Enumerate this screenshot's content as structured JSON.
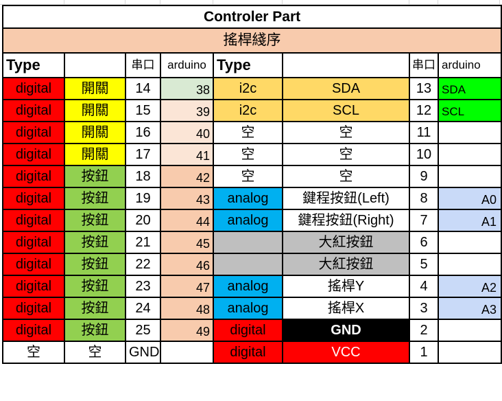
{
  "title": "Controler Part",
  "subtitle": "搖桿綫序",
  "colors": {
    "red": "#ff0000",
    "yellow": "#ffff00",
    "green": "#92d050",
    "peach": "#f8cbad",
    "light_peach": "#fbe5d6",
    "light_green": "#d9ead3",
    "orange": "#ffd966",
    "blue": "#00b0f0",
    "light_blue": "#c9daf8",
    "gray": "#bfbfbf",
    "black": "#000000",
    "bright_green": "#00ff00",
    "white": "#ffffff"
  },
  "headers": [
    "Type",
    "",
    "串口",
    "arduino",
    "Type",
    "",
    "串口",
    "arduino"
  ],
  "rows": [
    [
      [
        "digital",
        "red",
        "c"
      ],
      [
        "開關",
        "yellow",
        "c"
      ],
      [
        "14",
        "white",
        "c"
      ],
      [
        "38",
        "light_green",
        "rb"
      ],
      [
        "i2c",
        "orange",
        "c"
      ],
      [
        "SDA",
        "orange",
        "c"
      ],
      [
        "13",
        "white",
        "c"
      ],
      [
        "SDA",
        "bright_green",
        "lb"
      ]
    ],
    [
      [
        "digital",
        "red",
        "c"
      ],
      [
        "開關",
        "yellow",
        "c"
      ],
      [
        "15",
        "white",
        "c"
      ],
      [
        "39",
        "light_peach",
        "rb"
      ],
      [
        "i2c",
        "orange",
        "c"
      ],
      [
        "SCL",
        "orange",
        "c"
      ],
      [
        "12",
        "white",
        "c"
      ],
      [
        "SCL",
        "bright_green",
        "lb"
      ]
    ],
    [
      [
        "digital",
        "red",
        "c"
      ],
      [
        "開關",
        "yellow",
        "c"
      ],
      [
        "16",
        "white",
        "c"
      ],
      [
        "40",
        "light_peach",
        "rb"
      ],
      [
        "空",
        "white",
        "c"
      ],
      [
        "空",
        "white",
        "c"
      ],
      [
        "11",
        "white",
        "c"
      ],
      [
        "",
        "white",
        "c"
      ]
    ],
    [
      [
        "digital",
        "red",
        "c"
      ],
      [
        "開關",
        "yellow",
        "c"
      ],
      [
        "17",
        "white",
        "c"
      ],
      [
        "41",
        "light_peach",
        "rb"
      ],
      [
        "空",
        "white",
        "c"
      ],
      [
        "空",
        "white",
        "c"
      ],
      [
        "10",
        "white",
        "c"
      ],
      [
        "",
        "white",
        "c"
      ]
    ],
    [
      [
        "digital",
        "red",
        "c"
      ],
      [
        "按鈕",
        "green",
        "c"
      ],
      [
        "18",
        "white",
        "c"
      ],
      [
        "42",
        "peach",
        "rb"
      ],
      [
        "空",
        "white",
        "c"
      ],
      [
        "空",
        "white",
        "c"
      ],
      [
        "9",
        "white",
        "c"
      ],
      [
        "",
        "white",
        "c"
      ]
    ],
    [
      [
        "digital",
        "red",
        "c"
      ],
      [
        "按鈕",
        "green",
        "c"
      ],
      [
        "19",
        "white",
        "c"
      ],
      [
        "43",
        "peach",
        "rb"
      ],
      [
        "analog",
        "blue",
        "c"
      ],
      [
        "鍵程按鈕(Left)",
        "white",
        "c"
      ],
      [
        "8",
        "white",
        "c"
      ],
      [
        "A0",
        "light_blue",
        "ar"
      ]
    ],
    [
      [
        "digital",
        "red",
        "c"
      ],
      [
        "按鈕",
        "green",
        "c"
      ],
      [
        "20",
        "white",
        "c"
      ],
      [
        "44",
        "peach",
        "rb"
      ],
      [
        "analog",
        "blue",
        "c"
      ],
      [
        "鍵程按鈕(Right)",
        "white",
        "c"
      ],
      [
        "7",
        "white",
        "c"
      ],
      [
        "A1",
        "light_blue",
        "ar"
      ]
    ],
    [
      [
        "digital",
        "red",
        "c"
      ],
      [
        "按鈕",
        "green",
        "c"
      ],
      [
        "21",
        "white",
        "c"
      ],
      [
        "45",
        "peach",
        "rb"
      ],
      [
        "",
        "gray",
        "c"
      ],
      [
        "大紅按鈕",
        "gray",
        "c"
      ],
      [
        "6",
        "white",
        "c"
      ],
      [
        "",
        "white",
        "c"
      ]
    ],
    [
      [
        "digital",
        "red",
        "c"
      ],
      [
        "按鈕",
        "green",
        "c"
      ],
      [
        "22",
        "white",
        "c"
      ],
      [
        "46",
        "peach",
        "rb"
      ],
      [
        "",
        "gray",
        "c"
      ],
      [
        "大紅按鈕",
        "gray",
        "c"
      ],
      [
        "5",
        "white",
        "c"
      ],
      [
        "",
        "white",
        "c"
      ]
    ],
    [
      [
        "digital",
        "red",
        "c"
      ],
      [
        "按鈕",
        "green",
        "c"
      ],
      [
        "23",
        "white",
        "c"
      ],
      [
        "47",
        "peach",
        "rb"
      ],
      [
        "analog",
        "blue",
        "c"
      ],
      [
        "搖桿Y",
        "white",
        "c"
      ],
      [
        "4",
        "white",
        "c"
      ],
      [
        "A2",
        "light_blue",
        "ar"
      ]
    ],
    [
      [
        "digital",
        "red",
        "c"
      ],
      [
        "按鈕",
        "green",
        "c"
      ],
      [
        "24",
        "white",
        "c"
      ],
      [
        "48",
        "peach",
        "rb"
      ],
      [
        "analog",
        "blue",
        "c"
      ],
      [
        "搖桿X",
        "white",
        "c"
      ],
      [
        "3",
        "white",
        "c"
      ],
      [
        "A3",
        "light_blue",
        "ar"
      ]
    ],
    [
      [
        "digital",
        "red",
        "c"
      ],
      [
        "按鈕",
        "green",
        "c"
      ],
      [
        "25",
        "white",
        "c"
      ],
      [
        "49",
        "peach",
        "rb"
      ],
      [
        "digital",
        "red",
        "c"
      ],
      [
        "GND",
        "black",
        "c wt"
      ],
      [
        "2",
        "white",
        "c"
      ],
      [
        "",
        "white",
        "c"
      ]
    ],
    [
      [
        "空",
        "white",
        "c"
      ],
      [
        "空",
        "white",
        "c"
      ],
      [
        "GND",
        "white",
        "l"
      ],
      [
        "",
        "white",
        "c"
      ],
      [
        "digital",
        "red",
        "c"
      ],
      [
        "VCC",
        "red",
        "c wn"
      ],
      [
        "1",
        "white",
        "c"
      ],
      [
        "",
        "white",
        "c"
      ]
    ]
  ]
}
